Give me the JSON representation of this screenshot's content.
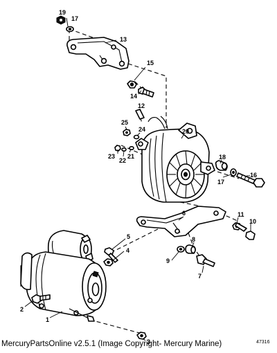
{
  "callouts": {
    "c1": "1",
    "c2": "2",
    "c3": "3",
    "c4": "4",
    "c5": "5",
    "c6": "6",
    "c7": "7",
    "c8": "8",
    "c9": "9",
    "c10": "10",
    "c11": "11",
    "c12": "12",
    "c13": "13",
    "c14": "14",
    "c15": "15",
    "c16": "16",
    "c17a": "17",
    "c17b": "17",
    "c18": "18",
    "c19": "19",
    "c20": "20",
    "c21": "21",
    "c22": "22",
    "c23": "23",
    "c24": "24",
    "c25": "25"
  },
  "drawing_number": "47316",
  "caption": "MercuryPartsOnline v2.5.1 (Image Copyright- Mercury Marine)"
}
